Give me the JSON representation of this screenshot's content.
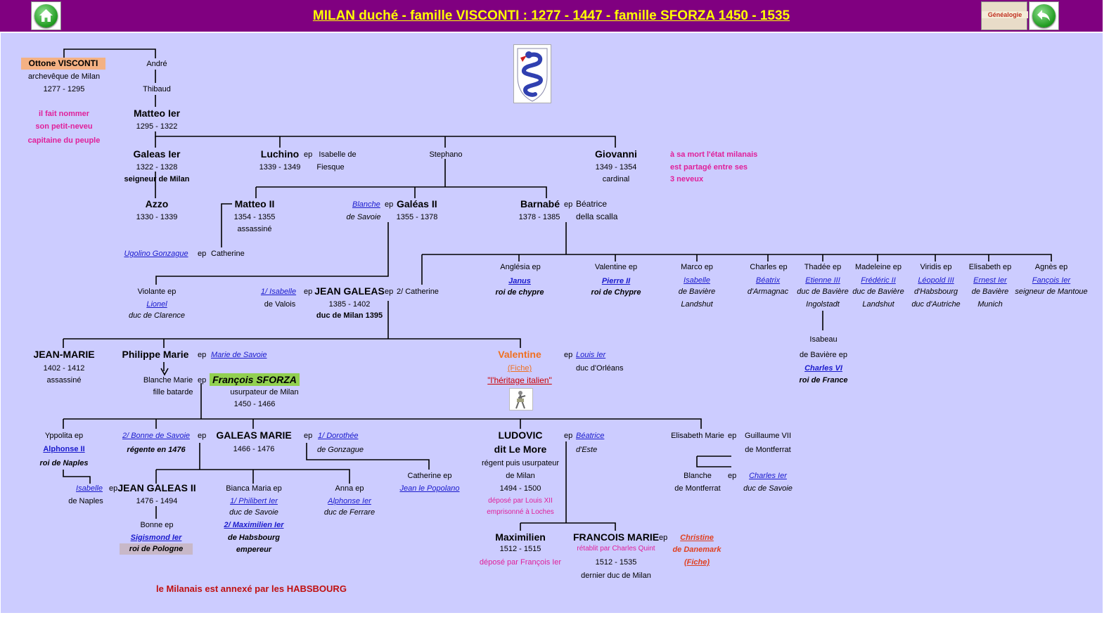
{
  "header": {
    "title": "MILAN  duché  - famille  VISCONTI : 1277 - 1447   -   famille SFORZA 1450  -  1535",
    "genealogie_label": "Généalogie",
    "home_icon": "home-icon",
    "back_icon": "back-arrow-icon"
  },
  "colors": {
    "header_bg": "#800080",
    "title": "#ffff00",
    "panel_bg": "#ccccff",
    "ottone_bg": "#f4b183",
    "sforza_bg": "#92d050",
    "pologne_bg": "#c8b8c8",
    "link": "#1a1acc",
    "note": "#e0209a"
  },
  "tree": {
    "ottone": {
      "name": "Ottone VISCONTI",
      "title": "archevêque de Milan",
      "dates": "1277 - 1295"
    },
    "andre": "André",
    "thibaud": "Thibaud",
    "note_ottone": [
      "il fait nommer",
      "son petit-neveu",
      "capitaine du peuple"
    ],
    "matteo1": {
      "name": "Matteo Ier",
      "dates": "1295 - 1322"
    },
    "galeas1": {
      "name": "Galeas Ier",
      "dates": "1322 - 1328",
      "title": "seigneur de Milan"
    },
    "azzo": {
      "name": "Azzo",
      "dates": "1330 - 1339"
    },
    "luchino": {
      "name": "Luchino",
      "ep": "ep",
      "dates": "1339 - 1349",
      "spouse1": "Isabelle de",
      "spouse2": "Fiesque"
    },
    "stephano": "Stephano",
    "giovanni": {
      "name": "Giovanni",
      "dates": "1349 - 1354",
      "title": "cardinal"
    },
    "note_giovanni": [
      "à sa mort l'état milanais",
      "est partagé entre ses",
      "3 neveux"
    ],
    "matteo2": {
      "name": "Matteo II",
      "dates": "1354 - 1355",
      "title": "assassiné"
    },
    "ugolino": {
      "name": "Ugolino Gonzague",
      "ep": "ep",
      "spouse": "Catherine"
    },
    "galeas2": {
      "name": "Galéas II",
      "dates": "1355 - 1378",
      "spouse1": "Blanche",
      "spouse2": "de Savoie",
      "ep": "ep"
    },
    "barnabe": {
      "name": "Barnabé",
      "dates": "1378 - 1385",
      "ep": "ep",
      "spouse1": "Béatrice",
      "spouse2": "della scalla"
    },
    "barnabe_children": [
      {
        "l1": "Anglésia ep",
        "l2": "Janus",
        "l3": "roi de chypre"
      },
      {
        "l1": "Valentine ep",
        "l2": "Pierre II",
        "l3": "roi de Chypre"
      },
      {
        "l1": "Marco ep",
        "l2": "Isabelle",
        "l3": "de Bavière",
        "l4": "Landshut"
      },
      {
        "l1": "Charles ep",
        "l2": "Béatrix",
        "l3": "d'Armagnac"
      },
      {
        "l1": "Thadée ep",
        "l2": "Etienne III",
        "l3": "duc de Bavière",
        "l4": "Ingolstadt"
      },
      {
        "l1": "Madeleine ep",
        "l2": "Frédéric II",
        "l3": "duc de Bavière",
        "l4": "Landshut"
      },
      {
        "l1": "Viridis ep",
        "l2": "Léopold III",
        "l3": "d'Habsbourg",
        "l4": "duc d'Autriche"
      },
      {
        "l1": "Elisabeth ep",
        "l2": "Ernest Ier",
        "l3": "de Bavière",
        "l4": "Munich"
      },
      {
        "l1": "Agnès ep",
        "l2": "Fançois Ier",
        "l3": "seigneur de Mantoue"
      }
    ],
    "isabeau": {
      "l1": "Isabeau",
      "l2": "de Bavière ep",
      "l3": "Charles VI",
      "l4": "roi de France"
    },
    "violante": {
      "l1": "Violante ep",
      "l2": "Lionel",
      "l3": "duc de Clarence"
    },
    "jean_galeas": {
      "name": "JEAN GALEAS",
      "dates": "1385 - 1402",
      "title": "duc de Milan 1395",
      "spouse1": "1/ Isabelle",
      "spouse1b": "de Valois",
      "ep": "ep",
      "spouse2": "2/ Catherine"
    },
    "jean_marie": {
      "name": "JEAN-MARIE",
      "dates": "1402 - 1412",
      "title": "assassiné"
    },
    "philippe_marie": {
      "name": "Philippe Marie",
      "ep": "ep",
      "spouse": "Marie de Savoie"
    },
    "blanche_marie": {
      "l1": "Blanche Marie",
      "l2": "fille batarde",
      "ep": "ep"
    },
    "francois_sforza": {
      "name": "François SFORZA",
      "title": "usurpateur de Milan",
      "dates": "1450 - 1466"
    },
    "valentine": {
      "name": "Valentine",
      "fiche": "(Fiche)",
      "heritage": "\"l'héritage italien\"",
      "ep": "ep",
      "spouse1": "Louis Ier",
      "spouse2": "duc d'Orléans"
    },
    "yppolita": {
      "l1": "Yppolita ep",
      "l2": "Alphonse II",
      "l3": "roi de Naples"
    },
    "bonne_savoie": {
      "l1": "2/ Bonne de Savoie",
      "l2": "régente en 1476",
      "ep": "ep"
    },
    "galeas_marie": {
      "name": "GALEAS MARIE",
      "dates": "1466 - 1476",
      "ep": "ep",
      "spouse1": "1/ Dorothée",
      "spouse2": "de Gonzague"
    },
    "catherine_popolano": {
      "l1": "Catherine ep",
      "l2": "Jean le Popolano"
    },
    "ludovic": {
      "l1": "LUDOVIC",
      "l2": "dit Le More",
      "l3": "régent puis usurpateur",
      "l4": "de Milan",
      "dates": "1494 - 1500",
      "n1": "déposé par Louis XII",
      "n2": "emprisonné à Loches",
      "ep": "ep",
      "spouse1": "Béatrice",
      "spouse2": "d'Este"
    },
    "elisabeth_marie": {
      "l1": "Elisabeth Marie",
      "ep": "ep",
      "spouse1": "Guillaume VII",
      "spouse2": "de Montferrat"
    },
    "blanche_montferrat": {
      "l1": "Blanche",
      "l2": "de Montferrat",
      "ep": "ep",
      "spouse1": "Charles Ier",
      "spouse2": "duc de Savoie"
    },
    "isabelle_naples": {
      "l1": "Isabelle",
      "l2": "de Naples",
      "ep": "ep"
    },
    "jean_galeas2": {
      "name": "JEAN GALEAS II",
      "dates": "1476 - 1494"
    },
    "bonne": {
      "l1": "Bonne ep",
      "l2": "Sigismond Ier",
      "l3": "roi de Pologne"
    },
    "bianca_maria": {
      "l1": "Bianca Maria ep",
      "l2": "1/ Philibert Ier",
      "l3": "duc de Savoie",
      "l4": "2/ Maximilien Ier",
      "l5": "de Habsbourg",
      "l6": "empereur"
    },
    "anna": {
      "l1": "Anna ep",
      "l2": "Alphonse Ier",
      "l3": "duc de Ferrare"
    },
    "maximilien": {
      "name": "Maximilien",
      "dates": "1512 - 1515",
      "note": "déposé par François Ier"
    },
    "francois_marie": {
      "name": "FRANCOIS MARIE",
      "note": "rétablit par Charles Quint",
      "dates": "1512 - 1535",
      "title": "dernier duc de Milan",
      "ep": "ep"
    },
    "christine": {
      "l1": "Christine",
      "l2": "de Danemark",
      "l3": "(Fiche)"
    },
    "footer_note": "le Milanais est annexé par les HABSBOURG"
  }
}
